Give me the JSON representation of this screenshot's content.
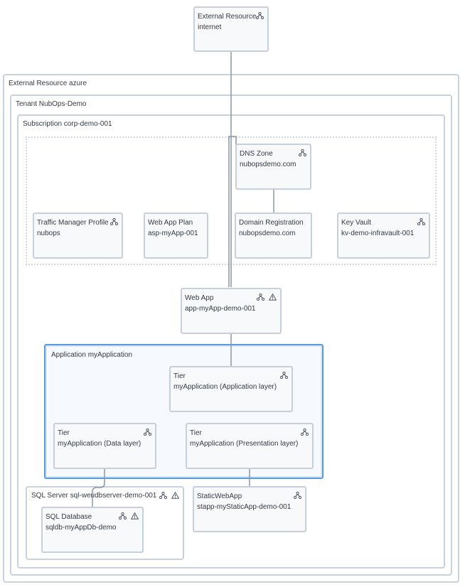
{
  "external_internet": {
    "type": "External Resource",
    "name": "internet"
  },
  "external_azure": {
    "title": "External Resource azure"
  },
  "tenant": {
    "title": "Tenant NubOps-Demo"
  },
  "subscription": {
    "title": "Subscription corp-demo-001"
  },
  "dns_zone": {
    "type": "DNS Zone",
    "name": "nubopsdemo.com"
  },
  "traffic_manager": {
    "type": "Traffic Manager Profile",
    "name": "nubops"
  },
  "web_app_plan": {
    "type": "Web App Plan",
    "name": "asp-myApp-001"
  },
  "domain_registration": {
    "type": "Domain Registration",
    "name": "nubopsdemo.com"
  },
  "key_vault": {
    "type": "Key Vault",
    "name": "kv-demo-infravault-001"
  },
  "web_app": {
    "type": "Web App",
    "name": "app-myApp-demo-001"
  },
  "application": {
    "title": "Application myApplication"
  },
  "tier_app": {
    "type": "Tier",
    "name": "myApplication (Application layer)"
  },
  "tier_data": {
    "type": "Tier",
    "name": "myApplication (Data layer)"
  },
  "tier_presentation": {
    "type": "Tier",
    "name": "myApplication (Presentation layer)"
  },
  "sql_server": {
    "title": "SQL Server sql-weudbserver-demo-001"
  },
  "sql_database": {
    "type": "SQL Database",
    "name": "sqldb-myAppDb-demo"
  },
  "static_web_app": {
    "type": "StaticWebApp",
    "name": "stapp-myStaticApp-demo-001"
  },
  "colors": {
    "border": "#c6cfda",
    "node_bg": "#f7f9fb",
    "edge": "#8b96a3",
    "app_border": "#5a9be0"
  }
}
